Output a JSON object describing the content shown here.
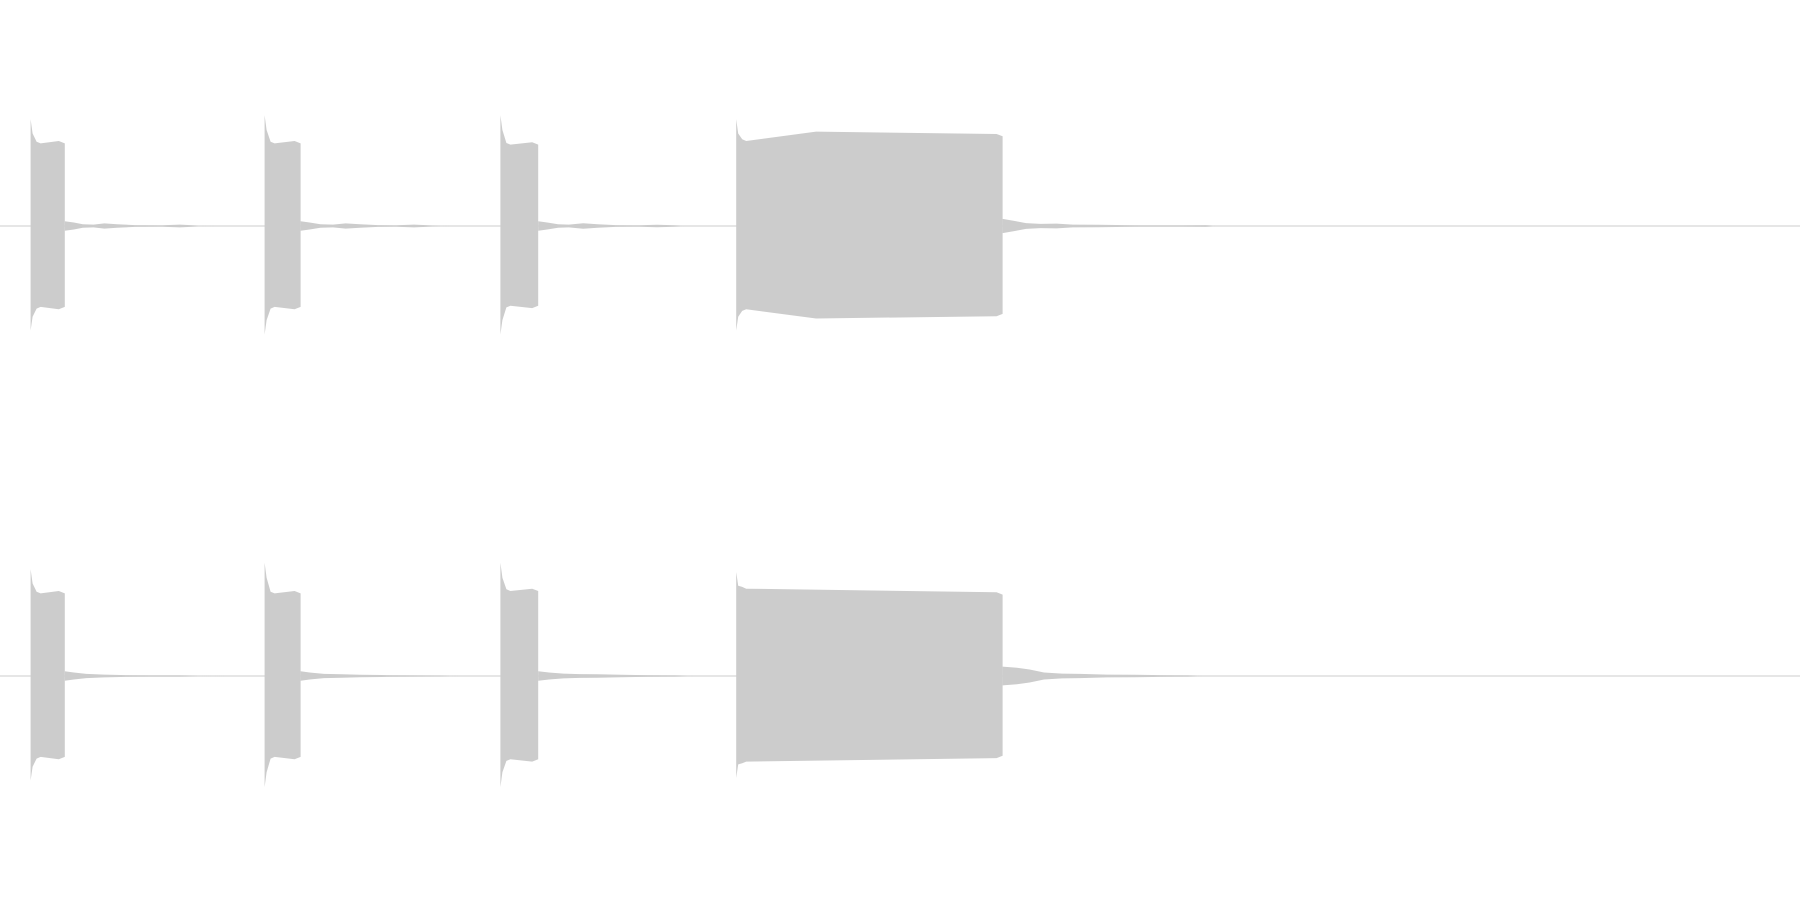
{
  "colors": {
    "background": "#ffffff",
    "waveform": "#cccccc",
    "centerline": "#cccccc"
  },
  "chart_data": {
    "type": "area",
    "title": "",
    "xlabel": "",
    "ylabel": "",
    "grid": false,
    "legend": "none",
    "time_range": [
      0,
      1.0
    ],
    "amplitude_range": [
      -1.0,
      1.0
    ],
    "channels": [
      {
        "name": "",
        "events": [
          {
            "start": 0.017,
            "end": 0.036,
            "attack_peak": 0.8,
            "sustain": 0.7,
            "tail": [
              [
                0.036,
                0.04
              ],
              [
                0.041,
                0.03
              ],
              [
                0.046,
                0.015
              ],
              [
                0.052,
                0.012
              ],
              [
                0.058,
                0.022
              ],
              [
                0.065,
                0.014
              ],
              [
                0.075,
                0.008
              ],
              [
                0.09,
                0.006
              ],
              [
                0.1,
                0.012
              ],
              [
                0.11,
                0.004
              ],
              [
                0.12,
                0.003
              ]
            ]
          },
          {
            "start": 0.147,
            "end": 0.167,
            "attack_peak": 0.83,
            "sustain": 0.7,
            "tail": [
              [
                0.167,
                0.04
              ],
              [
                0.172,
                0.03
              ],
              [
                0.178,
                0.015
              ],
              [
                0.185,
                0.012
              ],
              [
                0.192,
                0.022
              ],
              [
                0.2,
                0.014
              ],
              [
                0.21,
                0.008
              ],
              [
                0.22,
                0.006
              ],
              [
                0.23,
                0.012
              ],
              [
                0.24,
                0.005
              ],
              [
                0.25,
                0.003
              ]
            ]
          },
          {
            "start": 0.278,
            "end": 0.299,
            "attack_peak": 0.83,
            "sustain": 0.69,
            "tail": [
              [
                0.299,
                0.04
              ],
              [
                0.304,
                0.03
              ],
              [
                0.31,
                0.015
              ],
              [
                0.316,
                0.012
              ],
              [
                0.324,
                0.024
              ],
              [
                0.332,
                0.014
              ],
              [
                0.342,
                0.008
              ],
              [
                0.355,
                0.006
              ],
              [
                0.365,
                0.01
              ],
              [
                0.375,
                0.006
              ],
              [
                0.38,
                0.003
              ]
            ]
          },
          {
            "start": 0.409,
            "end": 0.557,
            "attack_peak": 0.8,
            "sustain": 0.72,
            "sustain_end": 0.76,
            "swell_peak": 0.8,
            "tail": [
              [
                0.557,
                0.06
              ],
              [
                0.563,
                0.045
              ],
              [
                0.57,
                0.025
              ],
              [
                0.578,
                0.018
              ],
              [
                0.587,
                0.02
              ],
              [
                0.596,
                0.012
              ],
              [
                0.61,
                0.01
              ],
              [
                0.625,
                0.008
              ],
              [
                0.64,
                0.006
              ],
              [
                0.655,
                0.006
              ],
              [
                0.67,
                0.008
              ],
              [
                0.675,
                0.003
              ]
            ]
          }
        ]
      },
      {
        "name": "",
        "events": [
          {
            "start": 0.017,
            "end": 0.036,
            "attack_peak": 0.8,
            "sustain": 0.7,
            "tail": [
              [
                0.036,
                0.04
              ],
              [
                0.041,
                0.03
              ],
              [
                0.048,
                0.018
              ],
              [
                0.058,
                0.012
              ],
              [
                0.07,
                0.008
              ],
              [
                0.085,
                0.006
              ],
              [
                0.1,
                0.006
              ],
              [
                0.11,
                0.004
              ],
              [
                0.125,
                0.003
              ]
            ]
          },
          {
            "start": 0.147,
            "end": 0.167,
            "attack_peak": 0.85,
            "sustain": 0.7,
            "tail": [
              [
                0.167,
                0.04
              ],
              [
                0.172,
                0.03
              ],
              [
                0.18,
                0.018
              ],
              [
                0.19,
                0.014
              ],
              [
                0.2,
                0.01
              ],
              [
                0.215,
                0.008
              ],
              [
                0.23,
                0.006
              ],
              [
                0.245,
                0.005
              ],
              [
                0.255,
                0.003
              ]
            ]
          },
          {
            "start": 0.278,
            "end": 0.299,
            "attack_peak": 0.85,
            "sustain": 0.72,
            "tail": [
              [
                0.299,
                0.04
              ],
              [
                0.305,
                0.03
              ],
              [
                0.313,
                0.02
              ],
              [
                0.322,
                0.016
              ],
              [
                0.332,
                0.014
              ],
              [
                0.345,
                0.01
              ],
              [
                0.36,
                0.008
              ],
              [
                0.375,
                0.006
              ],
              [
                0.385,
                0.003
              ]
            ]
          },
          {
            "start": 0.409,
            "end": 0.557,
            "attack_peak": 0.78,
            "sustain": 0.74,
            "sustain_end": 0.69,
            "tail": [
              [
                0.557,
                0.08
              ],
              [
                0.565,
                0.07
              ],
              [
                0.572,
                0.055
              ],
              [
                0.58,
                0.03
              ],
              [
                0.59,
                0.02
              ],
              [
                0.6,
                0.018
              ],
              [
                0.615,
                0.012
              ],
              [
                0.63,
                0.01
              ],
              [
                0.645,
                0.008
              ],
              [
                0.66,
                0.006
              ],
              [
                0.668,
                0.003
              ]
            ]
          }
        ]
      }
    ]
  }
}
